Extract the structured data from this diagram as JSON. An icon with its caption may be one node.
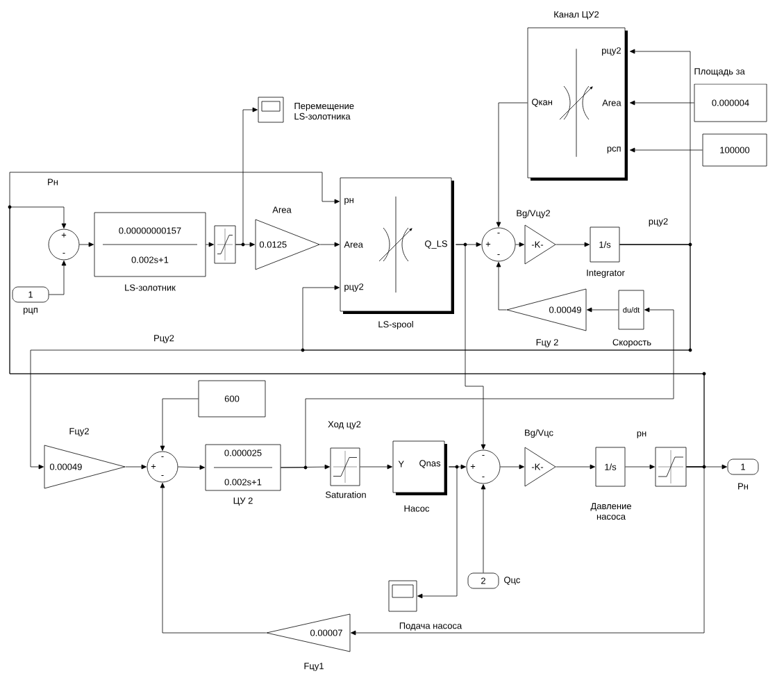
{
  "diagram": {
    "nodes": [
      {
        "text": [
          "+",
          "-"
        ]
      },
      {
        "text": [
          "1"
        ],
        "beside": [
          "рцп"
        ]
      },
      {
        "text": [
          "0.00000000157",
          "0.002s+1"
        ],
        "beside": [
          "LS-золотник"
        ]
      },
      {
        "text": [],
        "shape": "box"
      },
      {
        "text": [],
        "shape": "box",
        "beside": [
          "Перемещение LS-золотника"
        ]
      },
      {
        "text": [
          "0.0125"
        ],
        "beside": [
          "Area"
        ]
      },
      {
        "text": [
          "рн",
          "Area",
          "рцу2",
          "Q_LS"
        ],
        "beside": [
          "LS-spool"
        ]
      },
      {
        "text": [
          "рцу2",
          "Qкан",
          "Area",
          "рсп"
        ],
        "beside": [
          "Канал ЦУ2"
        ]
      },
      {
        "text": [
          "0.000004"
        ],
        "beside": [
          "Площадь за"
        ]
      },
      {
        "text": [
          "100000"
        ]
      },
      {
        "text": [
          "-",
          "+",
          "-"
        ]
      },
      {
        "text": [
          "-K-"
        ],
        "beside": [
          "Bg/Vцу2"
        ]
      },
      {
        "text": [
          "1/s"
        ],
        "beside": [
          "Integrator"
        ]
      },
      {
        "text": [
          "du/dt"
        ],
        "beside": [
          "Скорость"
        ]
      },
      {
        "text": [
          "0.00049"
        ],
        "beside": [
          "Fцу 2"
        ]
      },
      {
        "text": [
          "0.00049"
        ],
        "beside": [
          "Fцу2"
        ]
      },
      {
        "text": [
          "600"
        ]
      },
      {
        "text": [
          "-",
          "+",
          "-"
        ]
      },
      {
        "text": [
          "0.000025",
          "0.002s+1"
        ],
        "beside": [
          "ЦУ 2"
        ]
      },
      {
        "text": [],
        "shape": "box",
        "beside": [
          "Saturation"
        ]
      },
      {
        "text": [
          "Y",
          "Qnas"
        ],
        "beside": [
          "Насос"
        ]
      },
      {
        "text": [
          "-",
          "+",
          "-"
        ]
      },
      {
        "text": [
          "-K-"
        ],
        "beside": [
          "Bg/Vцс"
        ]
      },
      {
        "text": [
          "1/s"
        ],
        "beside": [
          "Давление насоса"
        ]
      },
      {
        "text": [],
        "shape": "box"
      },
      {
        "text": [
          "1"
        ],
        "beside": [
          "Pн"
        ]
      },
      {
        "text": [
          "2"
        ],
        "beside": [
          "Qцс"
        ]
      },
      {
        "text": [],
        "shape": "box",
        "beside": [
          "Подача насоса"
        ]
      },
      {
        "text": [
          "0.00007"
        ],
        "beside": [
          "Fцу1"
        ]
      }
    ],
    "edges": [
      {
        "from": 0,
        "to": 2,
        "arrow": "to"
      },
      {
        "from": 1,
        "to": 0,
        "arrow": "to"
      },
      {
        "from": 2,
        "to": 3,
        "arrow": "to"
      },
      {
        "from": 3,
        "to": 4,
        "arrow": "to"
      },
      {
        "from": 3,
        "to": 5,
        "arrow": "to"
      },
      {
        "from": 5,
        "to": 6,
        "arrow": "to"
      },
      {
        "from": 6,
        "to": 10,
        "arrow": "to"
      },
      {
        "from": 6,
        "to": 21,
        "arrow": "to"
      },
      {
        "from": 7,
        "to": 10,
        "arrow": "to"
      },
      {
        "from": 8,
        "to": 7,
        "arrow": "to"
      },
      {
        "from": 9,
        "to": 7,
        "arrow": "to"
      },
      {
        "from": 10,
        "to": 11,
        "arrow": "to"
      },
      {
        "from": 11,
        "to": 12,
        "arrow": "to"
      },
      {
        "from": 12,
        "to": 7,
        "arrow": "to"
      },
      {
        "from": 12,
        "to": 6,
        "arrow": "to"
      },
      {
        "from": 12,
        "to": 15,
        "arrow": "to"
      },
      {
        "from": 13,
        "to": 14,
        "arrow": "to"
      },
      {
        "from": 14,
        "to": 10,
        "arrow": "to"
      },
      {
        "from": 15,
        "to": 17,
        "arrow": "to"
      },
      {
        "from": 16,
        "to": 17,
        "arrow": "to"
      },
      {
        "from": 17,
        "to": 18,
        "arrow": "to"
      },
      {
        "from": 18,
        "to": 19,
        "arrow": "to"
      },
      {
        "from": 18,
        "to": 13,
        "arrow": "to"
      },
      {
        "from": 19,
        "to": 20,
        "arrow": "to"
      },
      {
        "from": 20,
        "to": 21,
        "arrow": "to"
      },
      {
        "from": 20,
        "to": 27,
        "arrow": "to"
      },
      {
        "from": 26,
        "to": 21,
        "arrow": "to"
      },
      {
        "from": 21,
        "to": 22,
        "arrow": "to"
      },
      {
        "from": 22,
        "to": 23,
        "arrow": "to"
      },
      {
        "from": 23,
        "to": 24,
        "arrow": "to"
      },
      {
        "from": 24,
        "to": 25,
        "arrow": "to"
      },
      {
        "from": 24,
        "to": 28,
        "arrow": "to"
      },
      {
        "from": 28,
        "to": 17,
        "arrow": "to"
      },
      {
        "from": 24,
        "to": 6,
        "arrow": "to"
      },
      {
        "from": 24,
        "to": 0,
        "arrow": "to"
      }
    ],
    "labels": [
      "Pн",
      "Pцу2",
      "рцу2",
      "Ход цу2",
      "рн"
    ]
  }
}
